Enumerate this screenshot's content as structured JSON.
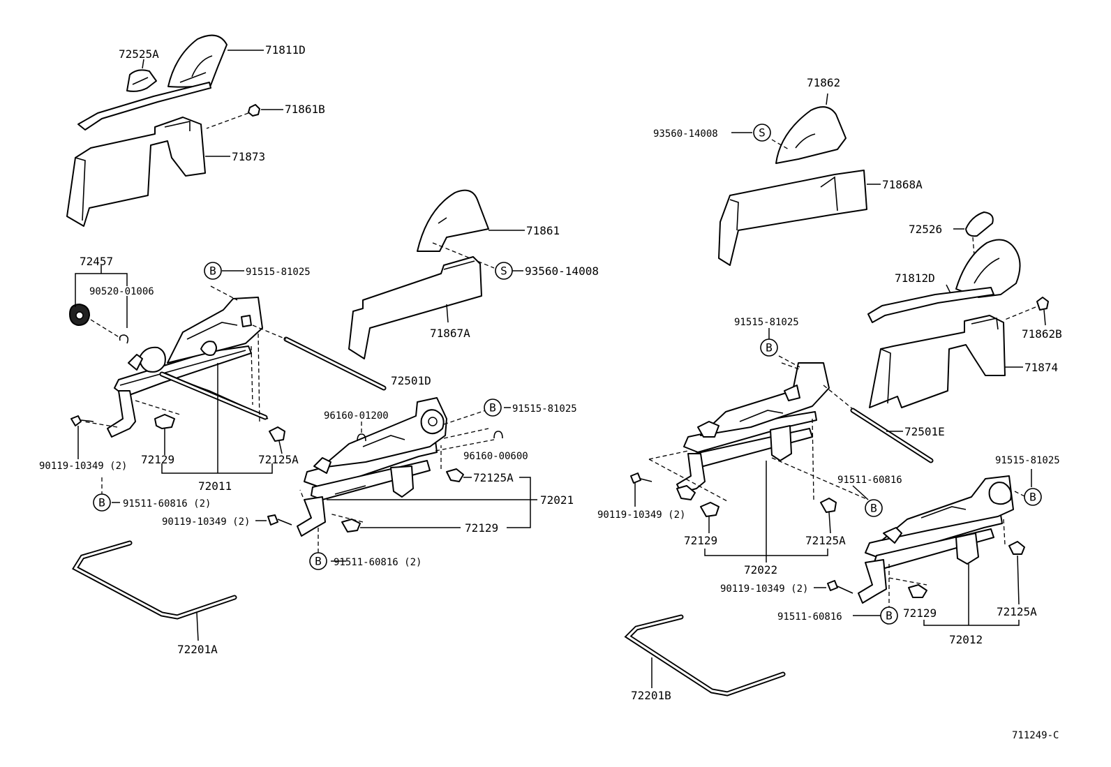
{
  "labels": {
    "p72525A": "72525A",
    "p71811D": "71811D",
    "p71861B": "71861B",
    "p71873": "71873",
    "p71861": "71861",
    "p93560_l": "93560-14008",
    "p71867A": "71867A",
    "p72457": "72457",
    "p90520": "90520-01006",
    "p91515_l1": "91515-81025",
    "p72501D": "72501D",
    "p96160_01200": "96160-01200",
    "p91515_l2": "91515-81025",
    "p96160_00600": "96160-00600",
    "p90119_l1": "90119-10349 (2)",
    "p72129_l1": "72129",
    "p72125A_l1": "72125A",
    "p72011": "72011",
    "p72125A_l2": "72125A",
    "p91511_l1": "91511-60816 (2)",
    "p72021": "72021",
    "p90119_l2": "90119-10349 (2)",
    "p72129_l2": "72129",
    "p91511_l2": "91511-60816 (2)",
    "p72201A": "72201A",
    "p71862": "71862",
    "p93560_r": "93560-14008",
    "p71868A": "71868A",
    "p72526": "72526",
    "p71812D": "71812D",
    "p71862B": "71862B",
    "p91515_r1": "91515-81025",
    "p71874": "71874",
    "p72501E": "72501E",
    "p91515_r2": "91515-81025",
    "p91511_r1": "91511-60816",
    "p90119_r1": "90119-10349 (2)",
    "p72129_r1": "72129",
    "p72125A_r1": "72125A",
    "p72022": "72022",
    "p90119_r2": "90119-10349 (2)",
    "p91511_r2": "91511-60816",
    "p72129_r2": "72129",
    "p72125A_r2": "72125A",
    "p72012": "72012",
    "p72201B": "72201B",
    "figure_code": "711249-C"
  },
  "markers": {
    "bolt": "B",
    "screw": "S"
  }
}
